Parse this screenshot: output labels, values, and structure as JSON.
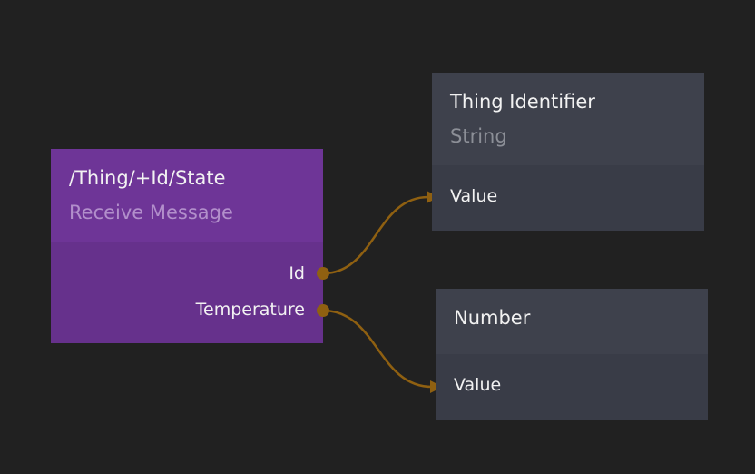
{
  "accent_connection": "#8f6011",
  "nodes": {
    "receive": {
      "title": "/Thing/+Id/State",
      "kind": "Receive Message",
      "outputs": [
        "Id",
        "Temperature"
      ],
      "color": "#6e3597"
    },
    "thing_identifier": {
      "title": "Thing Identifier",
      "kind": "String",
      "inputs": [
        "Value"
      ]
    },
    "number": {
      "title": "Number",
      "inputs": [
        "Value"
      ]
    }
  }
}
